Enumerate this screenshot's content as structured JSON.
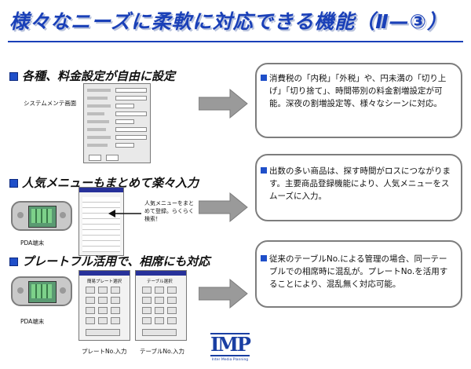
{
  "title": "様々なニーズに柔軟に対応できる機能（Ⅱ—③）",
  "features": [
    {
      "heading": "各種、料金設定が自由に設定",
      "screen_label": "システムメンテ画面",
      "description": "消費税の「内税」「外税」や、円未満の「切り上げ」「切り捨て」、時間帯別の料金割増設定が可能。深夜の割増設定等、様々なシーンに対応。"
    },
    {
      "heading": "人気メニューもまとめて楽々入力",
      "device_label": "PDA端末",
      "annotation": "人気メニューをまとめて登録。らくらく検索！",
      "description": "出数の多い商品は、探す時間がロスにつながります。主要商品登録機能により、人気メニューをスムーズに入力。"
    },
    {
      "heading": "プレートフル活用で、相席にも対応",
      "device_label": "PDA端末",
      "plate_label": "プレートNo.入力",
      "table_label": "テーブルNo.入力",
      "plate_screen_title": "簡易プレート選択",
      "table_screen_title": "テーブル選択",
      "description": "従来のテーブルNo.による管理の場合、同一テーブルでの相席時に混乱が。プレートNo.を活用することにより、混乱無く対応可能。"
    }
  ],
  "logo": {
    "mark": "IMP",
    "text": "Inter Media Planning"
  },
  "colors": {
    "title_blue": "#1a40b8",
    "bullet_blue": "#1f4fc9",
    "box_border": "#7d7d7d",
    "arrow_gray": "#8c8c8c"
  }
}
